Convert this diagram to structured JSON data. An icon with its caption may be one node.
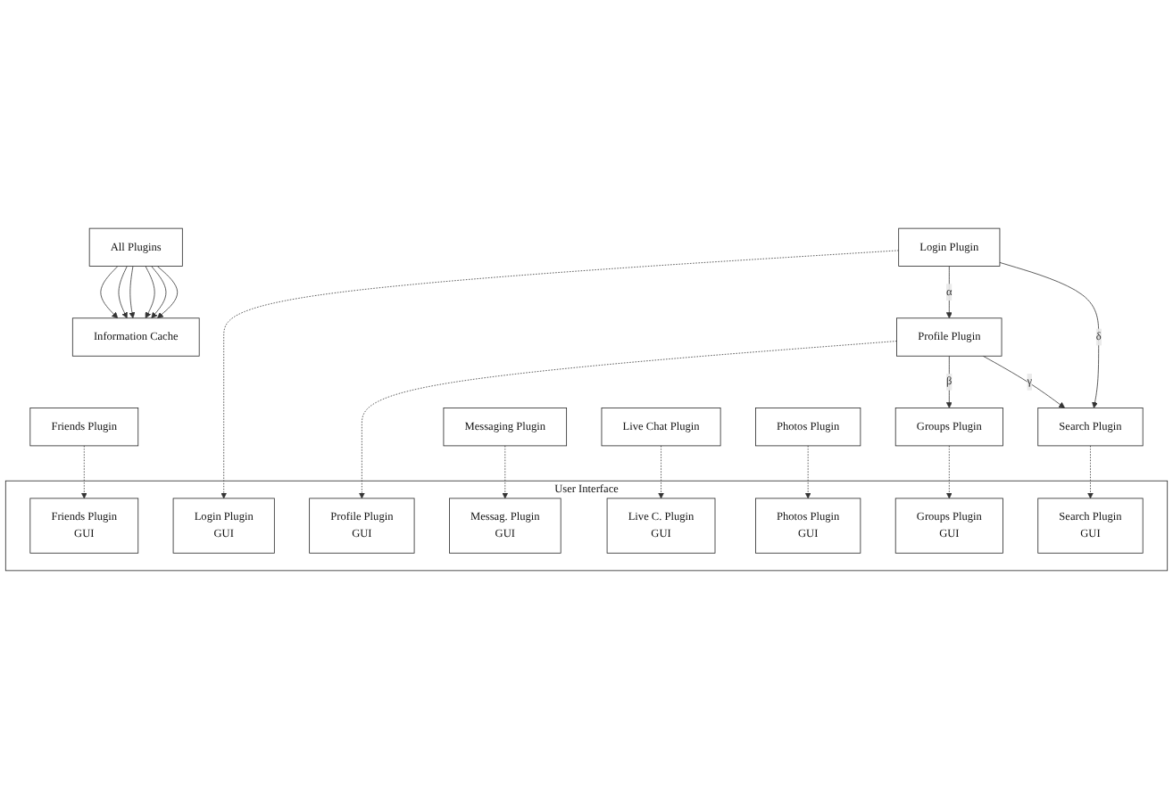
{
  "diagram": {
    "nodes": [
      {
        "text": [
          "User Interface"
        ]
      },
      {
        "text": [
          "Login Plugin",
          "GUI"
        ],
        "in": 0
      },
      {
        "text": [
          "Profile Plugin",
          "GUI"
        ],
        "in": 0
      },
      {
        "text": [
          "Search Plugin",
          "GUI"
        ],
        "in": 0
      },
      {
        "text": [
          "Photos Plugin",
          "GUI"
        ],
        "in": 0
      },
      {
        "text": [
          "Groups Plugin",
          "GUI"
        ],
        "in": 0
      },
      {
        "text": [
          "Live C. Plugin",
          "GUI"
        ],
        "in": 0
      },
      {
        "text": [
          "Friends Plugin",
          "GUI"
        ],
        "in": 0
      },
      {
        "text": [
          "Messag. Plugin",
          "GUI"
        ],
        "in": 0
      },
      {
        "text": [
          "Login Plugin"
        ]
      },
      {
        "text": [
          "Profile Plugin"
        ]
      },
      {
        "text": [
          "Friends Plugin"
        ]
      },
      {
        "text": [
          "Search Plugin"
        ]
      },
      {
        "text": [
          "Groups Plugin"
        ]
      },
      {
        "text": [
          "Messaging Plugin"
        ]
      },
      {
        "text": [
          "Live Chat Plugin"
        ]
      },
      {
        "text": [
          "Photos Plugin"
        ]
      },
      {
        "text": [
          "All Plugins"
        ]
      },
      {
        "text": [
          "Information Cache"
        ]
      }
    ],
    "edges": [
      {
        "from": 9,
        "to": 1,
        "arrow": "to",
        "style": "dashed"
      },
      {
        "from": 10,
        "to": 2,
        "arrow": "to",
        "style": "dashed"
      },
      {
        "from": 12,
        "to": 3,
        "arrow": "to",
        "style": "dashed"
      },
      {
        "from": 16,
        "to": 4,
        "arrow": "to",
        "style": "dashed"
      },
      {
        "from": 13,
        "to": 5,
        "arrow": "to",
        "style": "dashed"
      },
      {
        "from": 15,
        "to": 6,
        "arrow": "to",
        "style": "dashed"
      },
      {
        "from": 11,
        "to": 7,
        "arrow": "to",
        "style": "dashed"
      },
      {
        "from": 14,
        "to": 8,
        "arrow": "to",
        "style": "dashed"
      },
      {
        "from": 9,
        "to": 10,
        "arrow": "to",
        "label": "α"
      },
      {
        "from": 10,
        "to": 13,
        "arrow": "to",
        "label": "β"
      },
      {
        "from": 10,
        "to": 12,
        "arrow": "to",
        "label": "γ"
      },
      {
        "from": 9,
        "to": 12,
        "arrow": "to",
        "label": "δ"
      },
      {
        "from": 17,
        "to": 18,
        "arrow": "to"
      },
      {
        "from": 17,
        "to": 18,
        "arrow": "to"
      },
      {
        "from": 17,
        "to": 18,
        "arrow": "to"
      },
      {
        "from": 17,
        "to": 18,
        "arrow": "to"
      },
      {
        "from": 17,
        "to": 18,
        "arrow": "to"
      },
      {
        "from": 17,
        "to": 18,
        "arrow": "to"
      }
    ]
  }
}
